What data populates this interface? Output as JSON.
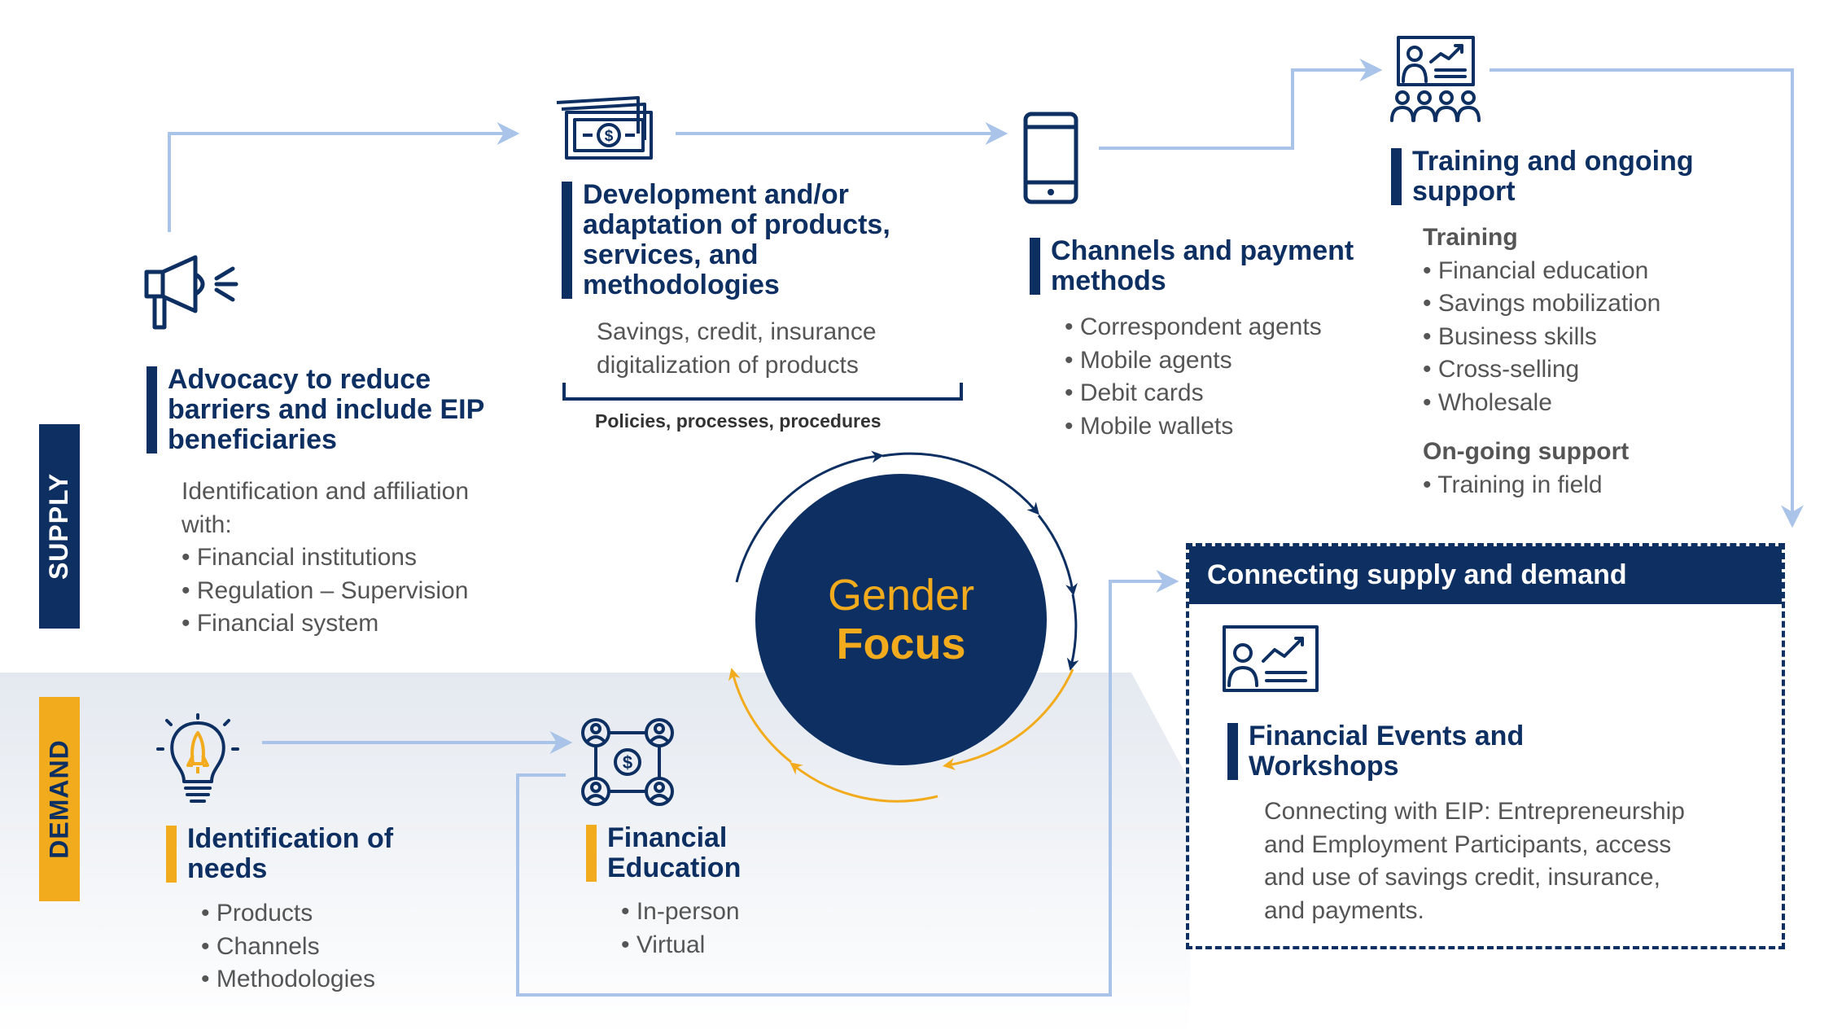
{
  "colors": {
    "navy": "#0d2f62",
    "gold": "#f2ab1c",
    "arrow": "#a9c4e8",
    "demand_band": "#eef1f5"
  },
  "labels": {
    "supply": "SUPPLY",
    "demand": "DEMAND"
  },
  "advocacy": {
    "icon": "megaphone-icon",
    "title": "Advocacy to reduce barriers and include EIP beneficiaries",
    "lines": [
      "Identification and affiliation",
      "with:",
      "• Financial institutions",
      "• Regulation – Supervision",
      "• Financial system"
    ]
  },
  "development": {
    "icon": "money-bills-icon",
    "title": "Development and/or adaptation of products, services, and methodologies",
    "lines": [
      "Savings, credit, insurance",
      "digitalization of products"
    ],
    "bracket_label": "Policies, processes, procedures"
  },
  "channels": {
    "icon": "smartphone-icon",
    "title": "Channels and payment methods",
    "items": [
      "• Correspondent agents",
      "• Mobile agents",
      "• Debit cards",
      "• Mobile wallets"
    ]
  },
  "training": {
    "icon": "presentation-audience-icon",
    "title": "Training and ongoing support",
    "training_heading": "Training",
    "training_items": [
      "• Financial education",
      "• Savings mobilization",
      "• Business skills",
      "• Cross-selling",
      "• Wholesale"
    ],
    "support_heading": "On-going support",
    "support_items": [
      "• Training in field"
    ]
  },
  "gender": {
    "line1": "Gender",
    "line2": "Focus"
  },
  "connecting": {
    "header": "Connecting supply and demand",
    "icon": "workshop-presenter-icon",
    "title": "Financial Events and Workshops",
    "lines": [
      "Connecting with EIP: Entrepreneurship",
      "and Employment Participants, access",
      "and use of savings credit, insurance,",
      "and payments."
    ]
  },
  "needs": {
    "icon": "lightbulb-rocket-icon",
    "title": "Identification of needs",
    "items": [
      "• Products",
      "• Channels",
      "• Methodologies"
    ]
  },
  "education": {
    "icon": "people-network-dollar-icon",
    "title": "Financial Education",
    "items": [
      "• In-person",
      "• Virtual"
    ]
  }
}
